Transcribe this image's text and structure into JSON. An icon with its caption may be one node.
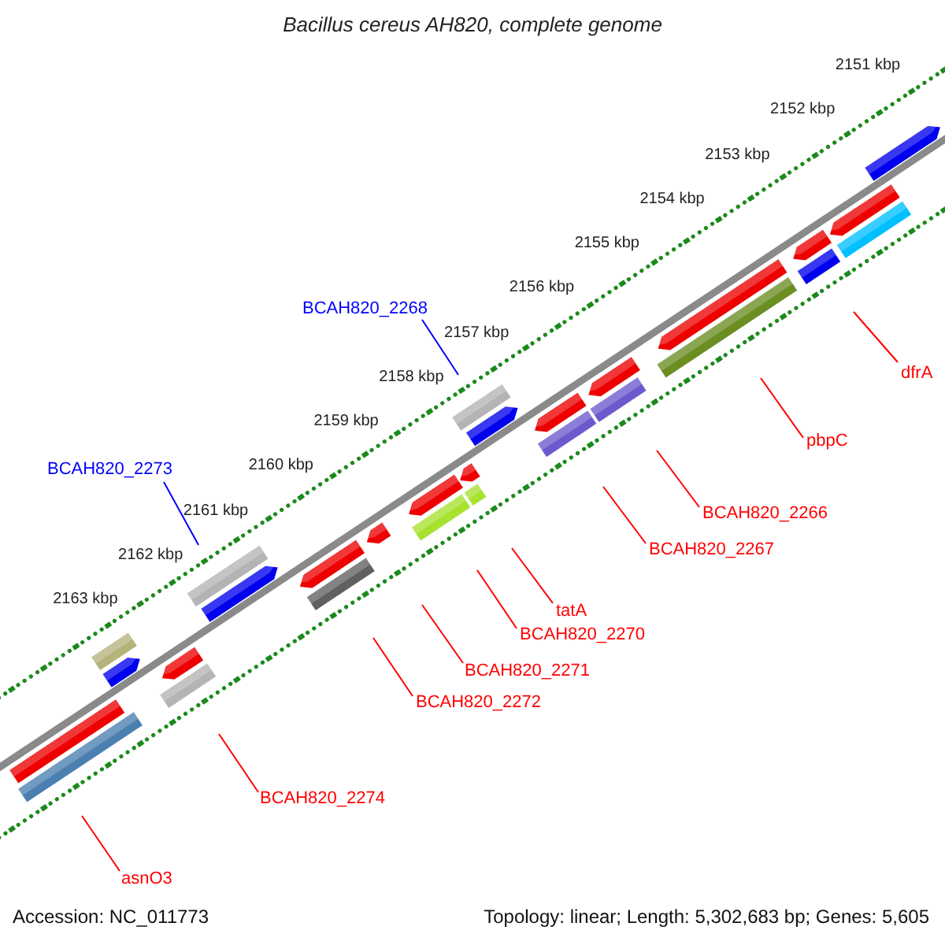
{
  "diagram": {
    "title": "Bacillus cereus AH820, complete genome",
    "nodes": [
      {
        "text": [
          "BCAH820_2268"
        ]
      },
      {
        "text": [
          "BCAH820_2273"
        ]
      },
      {
        "text": [
          "dfrA"
        ]
      },
      {
        "text": [
          "pbpC"
        ]
      },
      {
        "text": [
          "BCAH820_2266"
        ]
      },
      {
        "text": [
          "BCAH820_2267"
        ]
      },
      {
        "text": [
          "tatA"
        ]
      },
      {
        "text": [
          "BCAH820_2270"
        ]
      },
      {
        "text": [
          "BCAH820_2271"
        ]
      },
      {
        "text": [
          "BCAH820_2272"
        ]
      },
      {
        "text": [
          "BCAH820_2274"
        ]
      },
      {
        "text": [
          "asnO3"
        ]
      }
    ],
    "edges": [
      {
        "from": 0,
        "to": null,
        "arrow": "none",
        "color": "#0000ff"
      },
      {
        "from": 1,
        "to": null,
        "arrow": "none",
        "color": "#0000ff"
      },
      {
        "from": 2,
        "to": null,
        "arrow": "none"
      },
      {
        "from": 3,
        "to": null,
        "arrow": "none"
      },
      {
        "from": 4,
        "to": null,
        "arrow": "none"
      },
      {
        "from": 5,
        "to": null,
        "arrow": "none"
      },
      {
        "from": 6,
        "to": null,
        "arrow": "none"
      },
      {
        "from": 7,
        "to": null,
        "arrow": "none"
      },
      {
        "from": 8,
        "to": null,
        "arrow": "none"
      },
      {
        "from": 9,
        "to": null,
        "arrow": "none"
      },
      {
        "from": 10,
        "to": null,
        "arrow": "none"
      },
      {
        "from": 11,
        "to": null,
        "arrow": "none"
      }
    ],
    "labels": [
      "2151 kbp",
      "2152 kbp",
      "2153 kbp",
      "2154 kbp",
      "2155 kbp",
      "2156 kbp",
      "2157 kbp",
      "2158 kbp",
      "2159 kbp",
      "2160 kbp",
      "2161 kbp",
      "2162 kbp",
      "2163 kbp",
      "Accession: NC_011773",
      "Topology: linear; Length: 5,302,683 bp; Genes: 5,605"
    ]
  }
}
